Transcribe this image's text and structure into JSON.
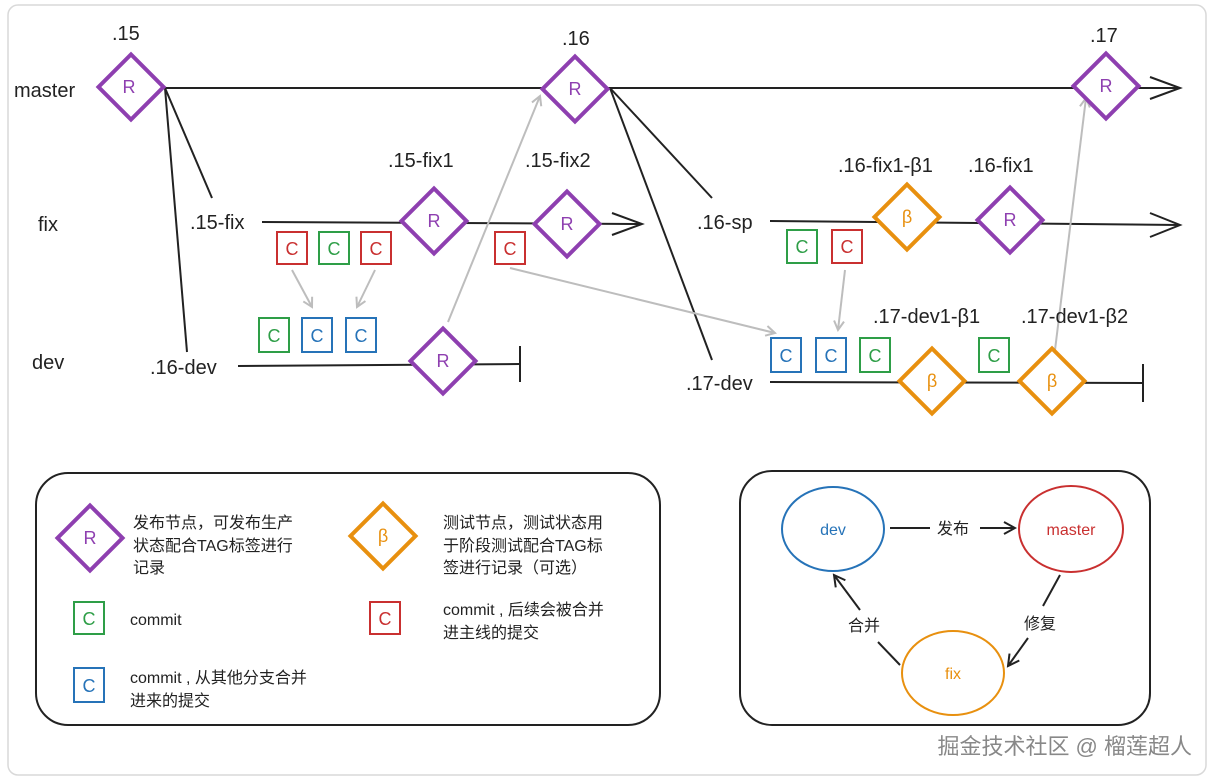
{
  "branches": {
    "master": "master",
    "fix": "fix",
    "dev": "dev"
  },
  "versions": {
    "v15": ".15",
    "v16": ".16",
    "v17": ".17",
    "fix_15": ".15-fix",
    "fix_15_1": ".15-fix1",
    "fix_15_2": ".15-fix2",
    "dev_16": ".16-dev",
    "sp_16": ".16-sp",
    "fix_16_b1": ".16-fix1-β1",
    "fix_16_1": ".16-fix1",
    "dev_17": ".17-dev",
    "dev_17_b1": ".17-dev1-β1",
    "dev_17_b2": ".17-dev1-β2"
  },
  "symbols": {
    "release": "R",
    "beta": "β",
    "commit": "C"
  },
  "legend": {
    "release_desc": [
      "发布节点，可发布生产",
      "状态配合TAG标签进行",
      "记录"
    ],
    "beta_desc": [
      "测试节点，测试状态用",
      "于阶段测试配合TAG标",
      "签进行记录（可选）"
    ],
    "commit_desc": [
      "commit"
    ],
    "red_commit_desc": [
      "commit , 后续会被合并",
      "进主线的提交"
    ],
    "blue_commit_desc": [
      "commit , 从其他分支合并",
      "进来的提交"
    ]
  },
  "cycle": {
    "dev": "dev",
    "master": "master",
    "fix": "fix",
    "publish": "发布",
    "repair": "修复",
    "merge": "合并"
  },
  "watermark": "掘金技术社区 @ 榴莲超人",
  "colors": {
    "purple": "#8e3fb0",
    "orange": "#e8900f",
    "green": "#2e9e47",
    "red": "#c93030",
    "blue": "#2673b8",
    "gray": "#bdbdbd",
    "line": "#222222"
  }
}
